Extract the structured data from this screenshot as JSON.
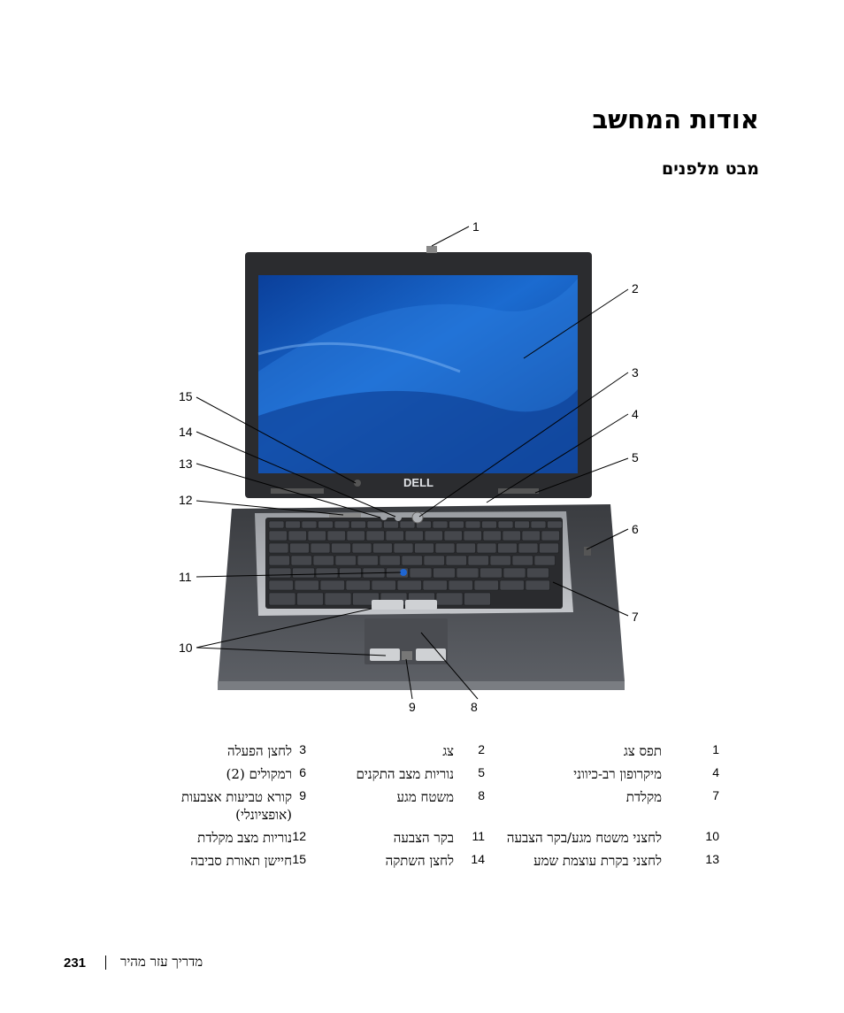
{
  "page": {
    "title": "אודות המחשב",
    "subtitle": "מבט מלפנים",
    "page_number": "231",
    "footer_text": "מדריך עזר מהיר"
  },
  "figure": {
    "callouts": [
      "1",
      "2",
      "3",
      "4",
      "5",
      "6",
      "7",
      "8",
      "9",
      "10",
      "11",
      "12",
      "13",
      "14",
      "15"
    ],
    "logo_text": "DELL"
  },
  "legend": {
    "rows": [
      [
        {
          "n": "1",
          "t": "תפס צג"
        },
        {
          "n": "2",
          "t": "צג"
        },
        {
          "n": "3",
          "t": "לחצן הפעלה"
        }
      ],
      [
        {
          "n": "4",
          "t": "מיקרופון רב-כיווני"
        },
        {
          "n": "5",
          "t": "נוריות מצב התקנים"
        },
        {
          "n": "6",
          "t": "רמקולים (2)"
        }
      ],
      [
        {
          "n": "7",
          "t": "מקלדת"
        },
        {
          "n": "8",
          "t": "משטח מגע"
        },
        {
          "n": "9",
          "t": "קורא טביעות אצבעות (אופציונלי)"
        }
      ],
      [
        {
          "n": "10",
          "t": "לחצני משטח מגע/בקר הצבעה"
        },
        {
          "n": "11",
          "t": "בקר הצבעה"
        },
        {
          "n": "12",
          "t": "נוריות מצב מקלדת"
        }
      ],
      [
        {
          "n": "13",
          "t": "לחצני בקרת עוצמת שמע"
        },
        {
          "n": "14",
          "t": "לחצן השתקה"
        },
        {
          "n": "15",
          "t": "חיישן תאורת סביבה"
        }
      ]
    ]
  }
}
